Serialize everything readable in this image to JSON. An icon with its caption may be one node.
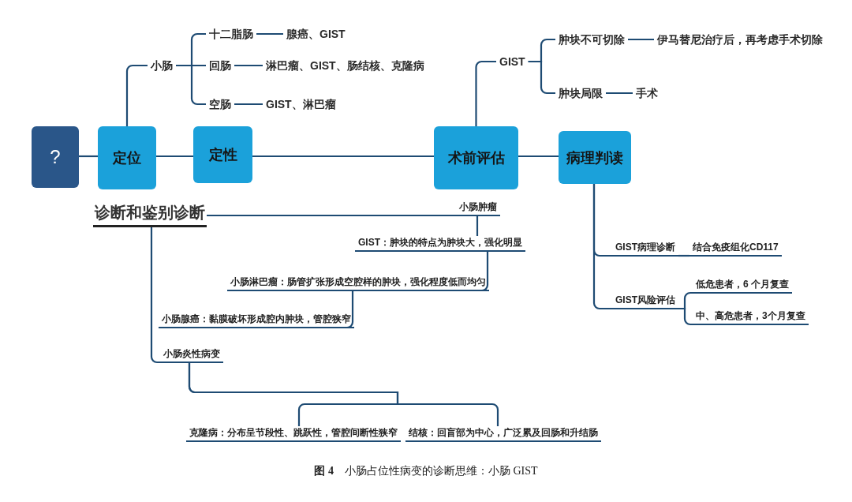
{
  "diagram": {
    "caption": "**图 4**　小肠占位性病变的诊断思维：小肠 GIST",
    "nodes": [
      {
        "text": [
          "?"
        ]
      },
      {
        "text": [
          "定位"
        ]
      },
      {
        "text": [
          "定性"
        ]
      },
      {
        "text": [
          "术前评估"
        ]
      },
      {
        "text": [
          "病理判读"
        ]
      },
      {
        "text": [
          "小肠"
        ]
      },
      {
        "text": [
          "十二脂肠"
        ]
      },
      {
        "text": [
          "腺癌、GIST"
        ]
      },
      {
        "text": [
          "回肠"
        ]
      },
      {
        "text": [
          "淋巴瘤、GIST、肠结核、克隆病"
        ]
      },
      {
        "text": [
          "空肠"
        ]
      },
      {
        "text": [
          "GIST、淋巴瘤"
        ]
      },
      {
        "text": [
          "GIST"
        ]
      },
      {
        "text": [
          "肿块不可切除"
        ]
      },
      {
        "text": [
          "伊马替尼治疗后，再考虑手术切除"
        ]
      },
      {
        "text": [
          "肿块局限"
        ]
      },
      {
        "text": [
          "手术"
        ]
      },
      {
        "text": [
          "诊断和鉴别诊断"
        ]
      },
      {
        "text": [
          "小肠肿瘤"
        ]
      },
      {
        "text": [
          "GIST：肿块的特点为肿块大，强化明显"
        ]
      },
      {
        "text": [
          "小肠淋巴瘤：肠管扩张形成空腔样的肿块，强化程度低而均匀"
        ]
      },
      {
        "text": [
          "小肠腺癌：黏膜破坏形成腔内肿块，管腔狭窄"
        ]
      },
      {
        "text": [
          "小肠炎性病变"
        ]
      },
      {
        "text": [
          "克隆病：分布呈节段性、跳跃性，管腔间断性狭窄"
        ]
      },
      {
        "text": [
          "结核：回盲部为中心，广泛累及回肠和升结肠"
        ]
      },
      {
        "text": [
          "GIST病理诊断"
        ]
      },
      {
        "text": [
          "结合免疫组化CD117"
        ]
      },
      {
        "text": [
          "GIST风险评估"
        ]
      },
      {
        "text": [
          "低危患者，6 个月复查"
        ]
      },
      {
        "text": [
          "中、高危患者，3个月复查"
        ]
      }
    ],
    "edges": [
      {
        "from": 0,
        "to": 1,
        "arrow": "none"
      },
      {
        "from": 1,
        "to": 2,
        "arrow": "none"
      },
      {
        "from": 2,
        "to": 3,
        "arrow": "none"
      },
      {
        "from": 3,
        "to": 4,
        "arrow": "none"
      },
      {
        "from": 1,
        "to": 5,
        "arrow": "none"
      },
      {
        "from": 5,
        "to": 6,
        "arrow": "none"
      },
      {
        "from": 5,
        "to": 8,
        "arrow": "none"
      },
      {
        "from": 5,
        "to": 10,
        "arrow": "none"
      },
      {
        "from": 6,
        "to": 7,
        "arrow": "none"
      },
      {
        "from": 8,
        "to": 9,
        "arrow": "none"
      },
      {
        "from": 10,
        "to": 11,
        "arrow": "none"
      },
      {
        "from": 3,
        "to": 12,
        "arrow": "none"
      },
      {
        "from": 12,
        "to": 13,
        "arrow": "none"
      },
      {
        "from": 12,
        "to": 15,
        "arrow": "none"
      },
      {
        "from": 13,
        "to": 14,
        "arrow": "none"
      },
      {
        "from": 15,
        "to": 16,
        "arrow": "none"
      },
      {
        "from": 17,
        "to": 18,
        "arrow": "none"
      },
      {
        "from": 18,
        "to": 19,
        "arrow": "none"
      },
      {
        "from": 19,
        "to": 20,
        "arrow": "none"
      },
      {
        "from": 20,
        "to": 21,
        "arrow": "none"
      },
      {
        "from": 17,
        "to": 22,
        "arrow": "none"
      },
      {
        "from": 22,
        "to": 23,
        "arrow": "none"
      },
      {
        "from": 22,
        "to": 24,
        "arrow": "none"
      },
      {
        "from": 4,
        "to": 25,
        "arrow": "none"
      },
      {
        "from": 4,
        "to": 27,
        "arrow": "none"
      },
      {
        "from": 25,
        "to": 26,
        "arrow": "none"
      },
      {
        "from": 27,
        "to": 28,
        "arrow": "none"
      },
      {
        "from": 27,
        "to": 29,
        "arrow": "none"
      }
    ]
  }
}
